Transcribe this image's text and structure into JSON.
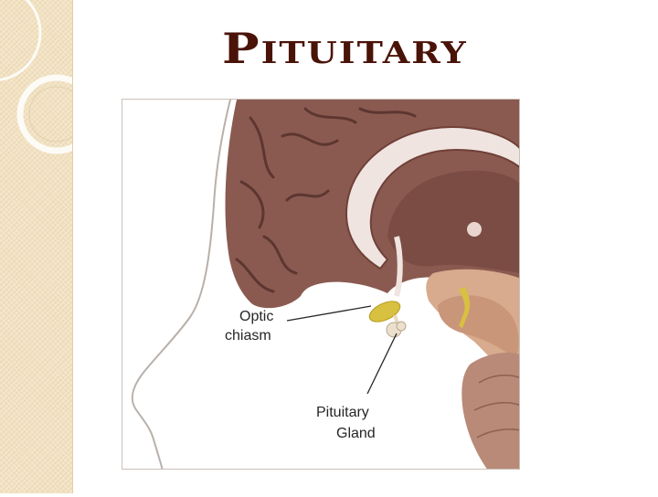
{
  "slide": {
    "title": "Pituitary"
  },
  "diagram": {
    "labels": {
      "optic_chiasm_line1": "Optic",
      "optic_chiasm_line2": "chiasm",
      "pituitary_line1": "Pituitary",
      "pituitary_line2": "Gland"
    }
  },
  "colors": {
    "title": "#4a1308",
    "side_band": "#f2e2c2",
    "brain": "#8a5a50",
    "brain_dark": "#5d3630",
    "corpus_callosum": "#f0e4e0",
    "brainstem": "#d8aa8e",
    "gland": "#d8c040"
  }
}
